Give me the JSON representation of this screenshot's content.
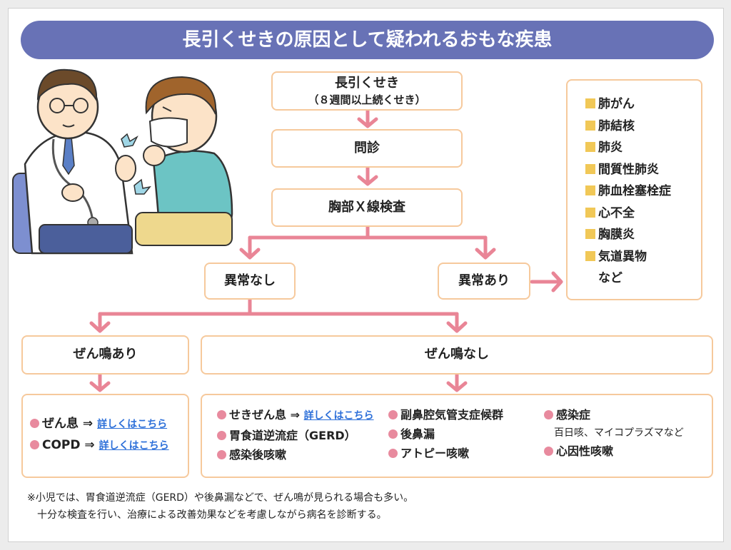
{
  "title": "長引くせきの原因として疑われるおもな疾患",
  "flow": {
    "cough": "長引くせき",
    "cough_sub": "（８週間以上続くせき）",
    "interview": "問診",
    "xray": "胸部Ｘ線検査",
    "normal": "異常なし",
    "abnormal": "異常あり",
    "wheeze": "ぜん鳴あり",
    "no_wheeze": "ぜん鳴なし"
  },
  "abnormal_list": {
    "items": [
      "肺がん",
      "肺結核",
      "肺炎",
      "間質性肺炎",
      "肺血栓塞栓症",
      "心不全",
      "胸膜炎",
      "気道異物"
    ],
    "etc": "など"
  },
  "wheeze_list": [
    {
      "name": "ぜん息 ⇒ ",
      "link": "詳しくはこちら"
    },
    {
      "name": "COPD ⇒ ",
      "link": "詳しくはこちら"
    }
  ],
  "no_wheeze_list": {
    "col1": {
      "item1_name": "せきぜん息 ⇒ ",
      "item1_link": "詳しくはこちら",
      "item2": "胃食道逆流症（GERD）",
      "item3": "感染後咳嗽"
    },
    "col2": [
      "副鼻腔気管支症候群",
      "後鼻漏",
      "アトピー咳嗽"
    ],
    "col3": {
      "item1": "感染症",
      "item1_note": "百日咳、マイコプラズマなど",
      "item2": "心因性咳嗽"
    }
  },
  "footnote": [
    "※小児では、胃食道逆流症（GERD）や後鼻漏などで、ぜん鳴が見られる場合も多い。",
    "十分な検査を行い、治療による改善効果などを考慮しながら病名を診断する。"
  ],
  "colors": {
    "title_bg": "#6872b6",
    "box_border": "#f6c99c",
    "arrow": "#e98596",
    "bullet": "#e88a9e",
    "square": "#f1c857",
    "link": "#2c6fd9"
  }
}
